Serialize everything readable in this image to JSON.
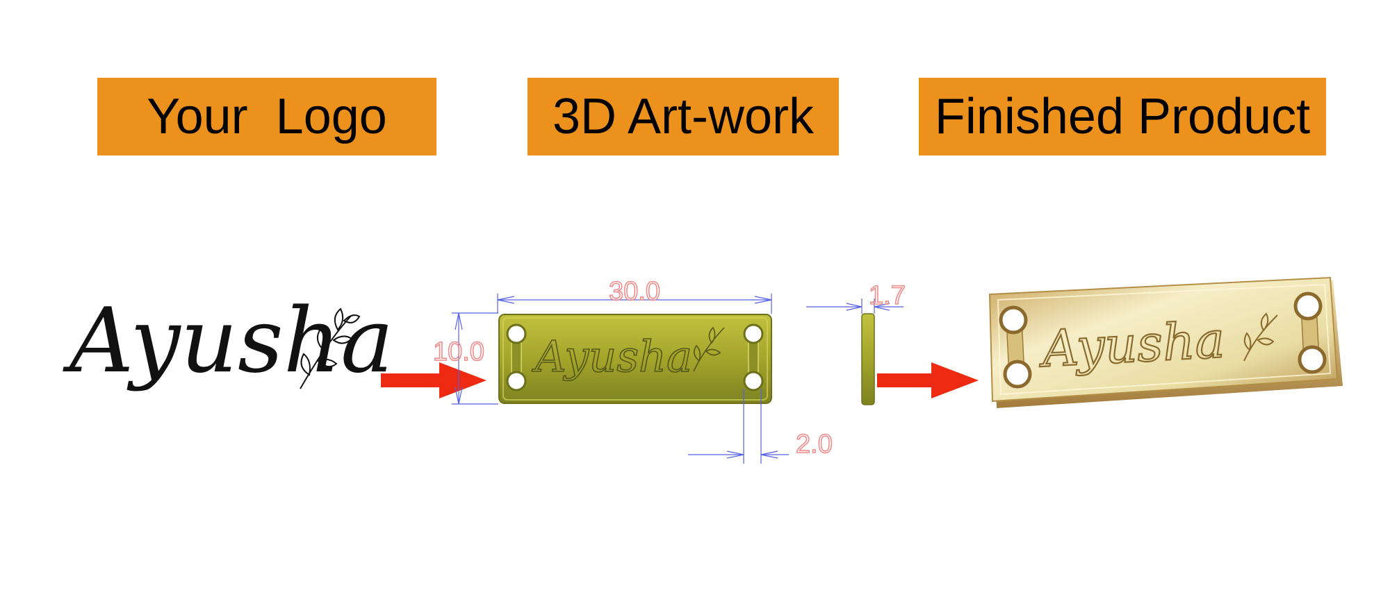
{
  "headers": {
    "logo": "Your  Logo",
    "artwork": "3D Art-work",
    "finished": "Finished Product"
  },
  "logo_text": "Ayusha",
  "artwork_text": "Ayusha",
  "product_text": "Ayusha",
  "dimensions": {
    "length": "30.0",
    "height": "10.0",
    "thickness": "1.7",
    "slot": "2.0"
  },
  "colors": {
    "header_bg": "#EB911C",
    "arrow": "#EE2A12",
    "artwork_plate": "#A3A52B",
    "dimension_line": "#5560E6",
    "dimension_text": "#F28C8C",
    "product_gold": "#E9DDA4"
  }
}
